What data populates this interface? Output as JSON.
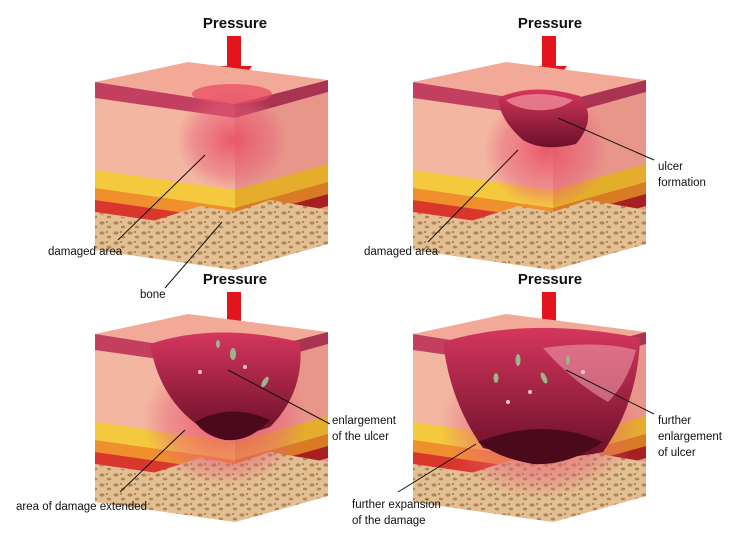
{
  "panels": [
    {
      "title": "Pressure",
      "labels": [
        {
          "lines": [
            "damaged area"
          ]
        },
        {
          "lines": [
            "bone"
          ]
        }
      ]
    },
    {
      "title": "Pressure",
      "labels": [
        {
          "lines": [
            "ulcer",
            "formation"
          ]
        },
        {
          "lines": [
            "damaged area"
          ]
        }
      ]
    },
    {
      "title": "Pressure",
      "labels": [
        {
          "lines": [
            "enlargement",
            "of the ulcer"
          ]
        },
        {
          "lines": [
            "area of damage extended"
          ]
        }
      ]
    },
    {
      "title": "Pressure",
      "labels": [
        {
          "lines": [
            "further",
            "enlargement",
            "of ulcer"
          ]
        },
        {
          "lines": [
            "further expansion",
            "of the damage"
          ]
        }
      ]
    }
  ],
  "colors": {
    "arrow": "#e3141b",
    "skin_top": "#f2a998",
    "skin_front": "#f3b6a0",
    "skin_side": "#e8958a",
    "dermis_edge": "#c23f5f",
    "fat_yellow": "#f4c93e",
    "fat_orange": "#f0902d",
    "muscle": "#d9362c",
    "muscle_dark": "#a81f22",
    "bone": "#e3c093",
    "bone_pore": "#b08655",
    "ulcer": "#b8204a",
    "ulcer_dark": "#5c0f24",
    "damage": "#e3506a"
  }
}
